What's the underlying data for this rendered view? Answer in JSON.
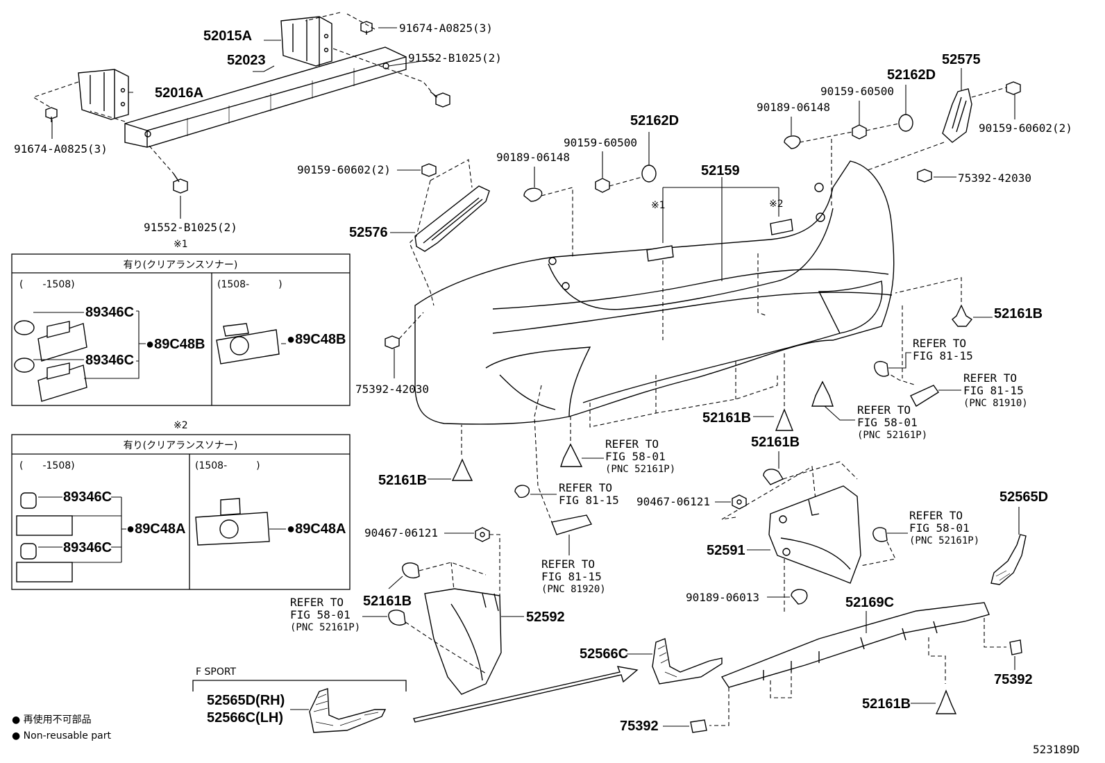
{
  "labels": {
    "p52015A": "52015A",
    "p52023": "52023",
    "p91674_top": "91674-A0825(3)",
    "p91552_top": "91552-B1025(2)",
    "p52016A": "52016A",
    "p91674_left": "91674-A0825(3)",
    "p91552_bot": "91552-B1025(2)",
    "p52575": "52575",
    "p52162D_r": "52162D",
    "p90159_60500_r": "90159-60500",
    "p90189_06148_r": "90189-06148",
    "p90159_60602_r": "90159-60602(2)",
    "p75392_42030_r": "75392-42030",
    "p52162D_m": "52162D",
    "p90159_60500_m": "90159-60500",
    "p90189_06148_m": "90189-06148",
    "p90159_60602_l": "90159-60602(2)",
    "p52159": "52159",
    "mark1": "※1",
    "mark2": "※2",
    "p52576": "52576",
    "p52161B_r": "52161B",
    "p75392_42030_l": "75392-42030",
    "p52161B_c1": "52161B",
    "p52161B_c2": "52161B",
    "p52161B_l": "52161B",
    "p90467_06121_r": "90467-06121",
    "p52591": "52591",
    "p52565D_r": "52565D",
    "p90467_06121_l": "90467-06121",
    "p52161B_l2": "52161B",
    "p52592": "52592",
    "p90189_06013": "90189-06013",
    "p52169C": "52169C",
    "p52566C": "52566C",
    "p75392_r": "75392",
    "p52161B_b": "52161B",
    "p75392_b": "75392",
    "fsport": "F SPORT",
    "p52565D_rh": "52565D(RH)",
    "p52566C_lh": "52566C(LH)",
    "figure_id": "523189D"
  },
  "refers": {
    "ref1": {
      "l1": "REFER TO",
      "l2": "FIG 81-15",
      "l3": ""
    },
    "ref2": {
      "l1": "REFER TO",
      "l2": "FIG 81-15",
      "l3": "(PNC 81910)"
    },
    "ref3": {
      "l1": "REFER TO",
      "l2": "FIG 58-01",
      "l3": "(PNC 52161P)"
    },
    "ref4": {
      "l1": "REFER TO",
      "l2": "FIG 58-01",
      "l3": "(PNC 52161P)"
    },
    "ref5": {
      "l1": "REFER TO",
      "l2": "FIG 81-15",
      "l3": ""
    },
    "ref6": {
      "l1": "REFER TO",
      "l2": "FIG 58-01",
      "l3": "(PNC 52161P)"
    },
    "ref7": {
      "l1": "REFER TO",
      "l2": "FIG 81-15",
      "l3": "(PNC 81920)"
    },
    "ref8": {
      "l1": "REFER TO",
      "l2": "FIG 58-01",
      "l3": "(PNC 52161P)"
    }
  },
  "box1": {
    "mark": "※1",
    "title": "有り(クリアランスソナー)",
    "left_head": "(　　-1508)",
    "right_head": "(1508-　　　)",
    "p89346C_a": "89346C",
    "p89346C_b": "89346C",
    "p89C48B_l": "●89C48B",
    "p89C48B_r": "●89C48B"
  },
  "box2": {
    "mark": "※2",
    "title": "有り(クリアランスソナー)",
    "left_head": "(　　-1508)",
    "right_head": "(1508-　　　)",
    "p89346C_a": "89346C",
    "p89346C_b": "89346C",
    "p89C48A_l": "●89C48A",
    "p89C48A_r": "●89C48A"
  },
  "legend": {
    "jp": "● 再使用不可部品",
    "en": "● Non-reusable part"
  }
}
